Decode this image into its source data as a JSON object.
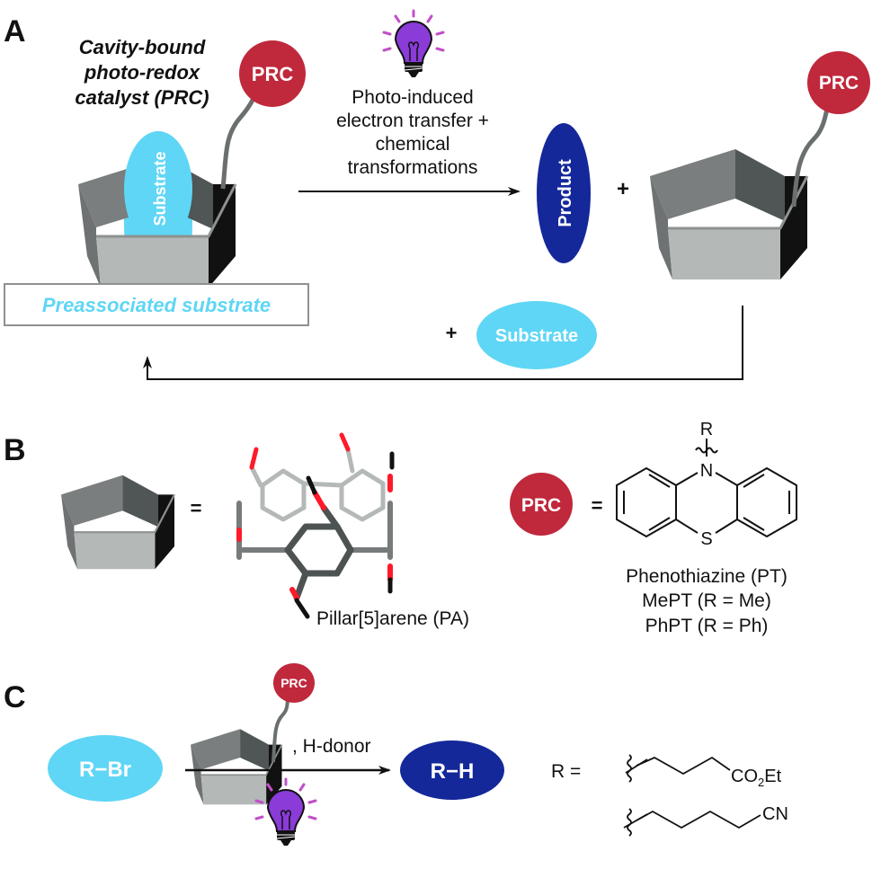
{
  "panels": {
    "A": {
      "label": "A",
      "catalyst_caption": [
        "Cavity-bound",
        "photo-redox",
        "catalyst (PRC)"
      ],
      "prc_label": "PRC",
      "substrate_label": "Substrate",
      "arrow_caption": [
        "Photo-induced",
        "electron transfer +",
        "chemical",
        "transformations"
      ],
      "product_label": "Product",
      "plus": "+",
      "preassociated_label": "Preassociated substrate",
      "recycle_plus": "+",
      "recycle_substrate_label": "Substrate"
    },
    "B": {
      "label": "B",
      "equals_1": "=",
      "pillararene_caption": "Pillar[5]arene (PA)",
      "prc_label": "PRC",
      "equals_2": "=",
      "atom_R": "R",
      "atom_N": "N",
      "atom_S": "S",
      "pt_captions": [
        "Phenothiazine (PT)",
        "MePT (R = Me)",
        "PhPT (R = Ph)"
      ]
    },
    "C": {
      "label": "C",
      "prc_label": "PRC",
      "reactant_label": "R−Br",
      "conditions": ", H-donor",
      "product_label": "R−H",
      "r_equals": "R =",
      "r_group_1_end": "CO",
      "r_group_1_sub": "2",
      "r_group_1_tail": "Et",
      "r_group_2_end": "CN"
    }
  },
  "colors": {
    "prc_red": "#c0283c",
    "substrate_cyan": "#5fd6f5",
    "product_navy": "#14289a",
    "bulb_purple": "#8a3bd8",
    "ray_magenta": "#c050c8",
    "wall_light": "#b4b9b8",
    "wall_mid": "#7b7e7e",
    "wall_dark": "#505555",
    "wall_black": "#111111",
    "oxygen_red": "#ff1a2a"
  }
}
